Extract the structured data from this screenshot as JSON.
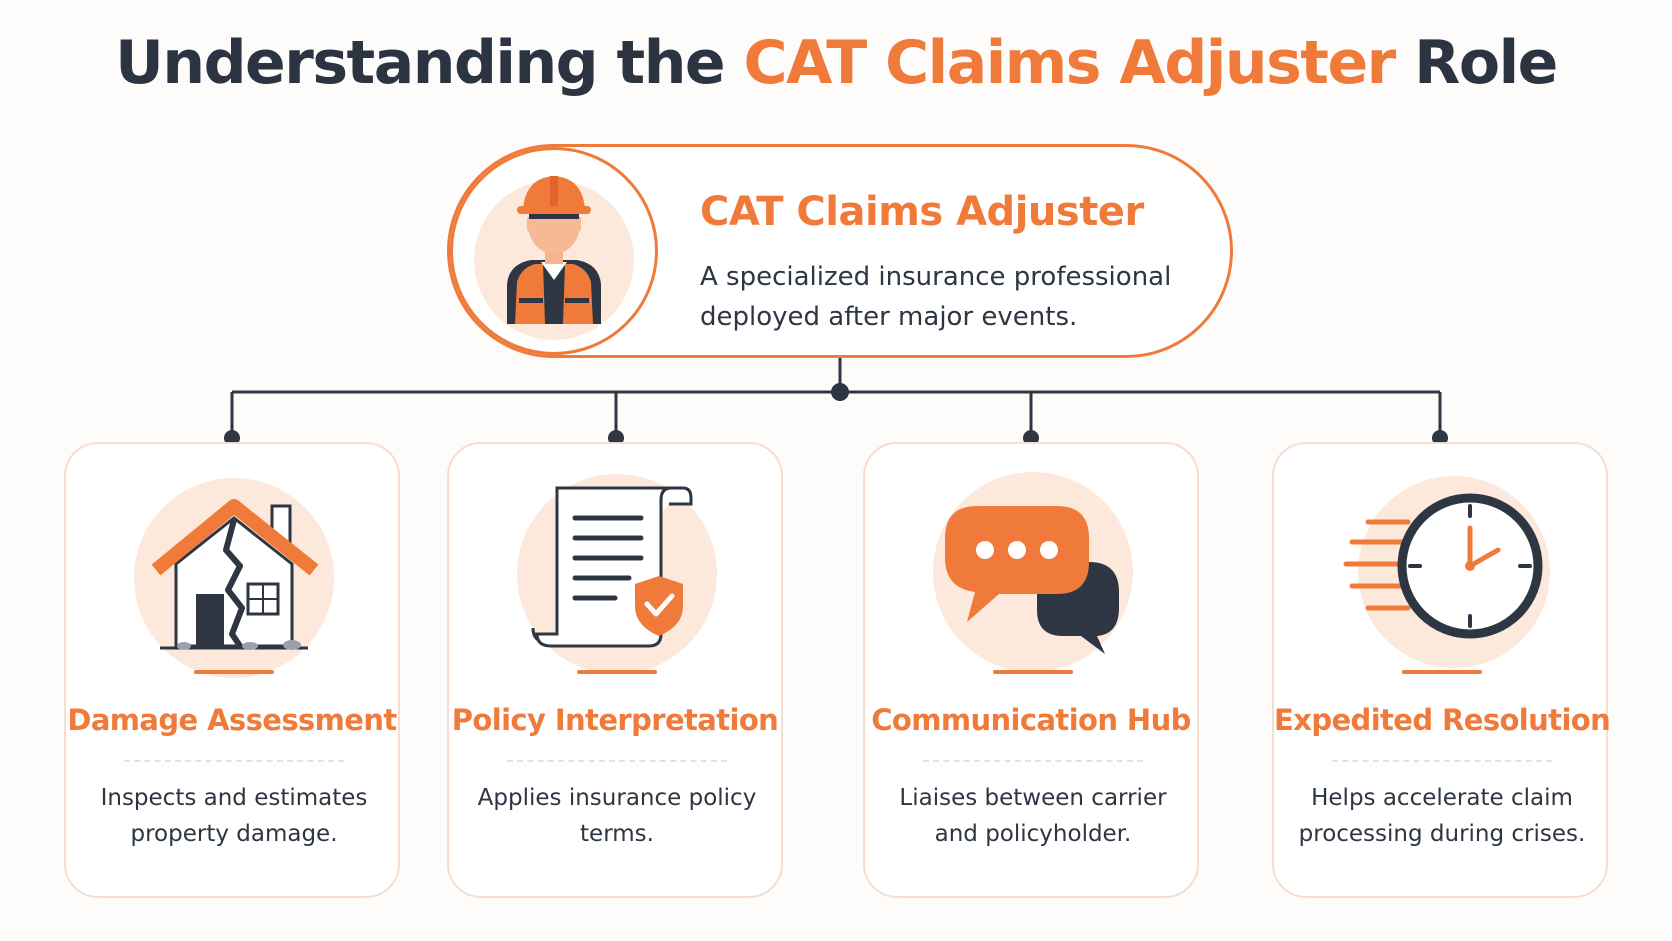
{
  "title": {
    "prefix": "Understanding the",
    "highlight": "CAT Claims Adjuster",
    "suffix": "Role"
  },
  "role": {
    "title": "CAT Claims Adjuster",
    "description": "A specialized insurance professional deployed after major events."
  },
  "cards": [
    {
      "title": "Damage Assessment",
      "description": "Inspects and estimates property damage.",
      "icon": "damaged-house-icon"
    },
    {
      "title": "Policy Interpretation",
      "description": "Applies insurance policy terms.",
      "icon": "policy-document-icon"
    },
    {
      "title": "Communication Hub",
      "description": "Liaises between carrier and policyholder.",
      "icon": "speech-bubbles-icon"
    },
    {
      "title": "Expedited Resolution",
      "description": "Helps accelerate claim processing during crises.",
      "icon": "fast-clock-icon"
    }
  ],
  "colors": {
    "accent": "#f07a3a",
    "dark": "#2d3642",
    "card_border": "#f6ddd0",
    "soft_glow": "#fde3d3"
  }
}
